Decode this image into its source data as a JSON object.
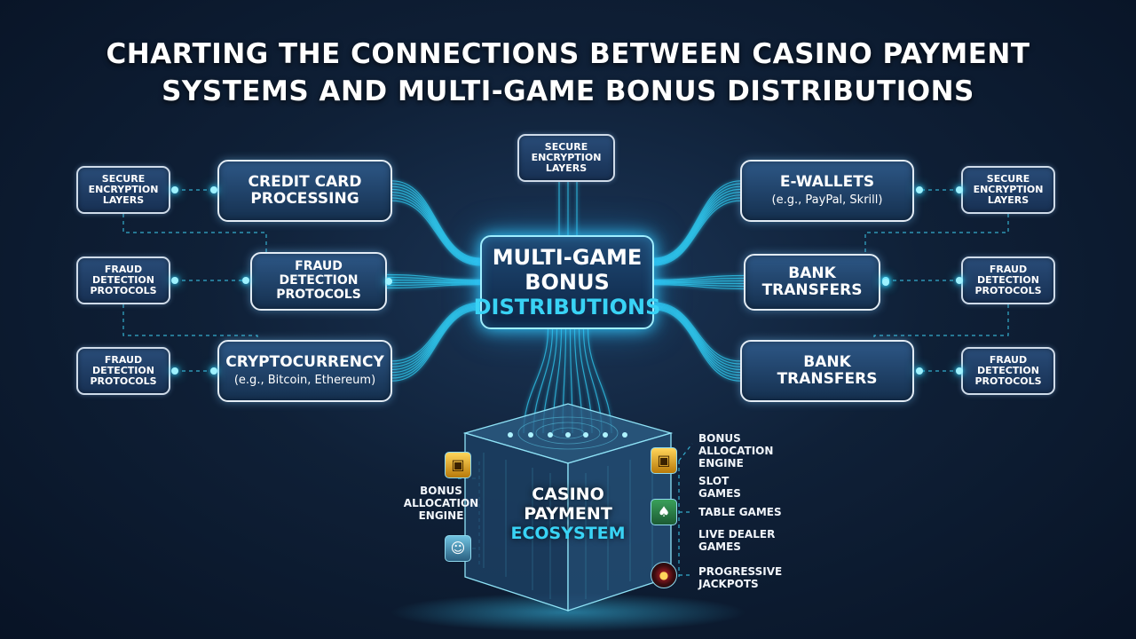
{
  "title": {
    "line1": "CHARTING THE CONNECTIONS BETWEEN CASINO PAYMENT",
    "line2": "SYSTEMS AND MULTI-GAME BONUS DISTRIBUTIONS"
  },
  "center_node": {
    "line1": "MULTI-GAME",
    "line2": "BONUS",
    "line3": "DISTRIBUTIONS"
  },
  "top_node": {
    "line1": "SECURE",
    "line2": "ENCRYPTION",
    "line3": "LAYERS"
  },
  "left_mid": {
    "credit": {
      "line1": "CREDIT CARD",
      "line2": "PROCESSING"
    },
    "fraud": {
      "line1": "FRAUD",
      "line2": "DETECTION",
      "line3": "PROTOCOLS"
    },
    "crypto": {
      "line1": "CRYPTOCURRENCY",
      "sub": "(e.g., Bitcoin, Ethereum)"
    }
  },
  "right_mid": {
    "ewallet": {
      "line1": "E-WALLETS",
      "sub": "(e.g., PayPal, Skrill)"
    },
    "bank1": {
      "line1": "BANK",
      "line2": "TRANSFERS"
    },
    "bank2": {
      "line1": "BANK",
      "line2": "TRANSFERS"
    }
  },
  "left_small": [
    {
      "line1": "SECURE",
      "line2": "ENCRYPTION",
      "line3": "LAYERS"
    },
    {
      "line1": "FRAUD",
      "line2": "DETECTION",
      "line3": "PROTOCOLS"
    },
    {
      "line1": "FRAUD",
      "line2": "DETECTION",
      "line3": "PROTOCOLS"
    }
  ],
  "right_small": [
    {
      "line1": "SECURE",
      "line2": "ENCRYPTION",
      "line3": "LAYERS"
    },
    {
      "line1": "FRAUD",
      "line2": "DETECTION",
      "line3": "PROTOCOLS"
    },
    {
      "line1": "FRAUD",
      "line2": "DETECTION",
      "line3": "PROTOCOLS"
    }
  ],
  "cube": {
    "line1": "CASINO",
    "line2": "PAYMENT",
    "line3": "ECOSYSTEM"
  },
  "left_labels": {
    "bonus_engine": {
      "line1": "BONUS",
      "line2": "ALLOCATION",
      "line3": "ENGINE"
    }
  },
  "right_labels": {
    "bonus_engine": {
      "line1": "BONUS",
      "line2": "ALLOCATION",
      "line3": "ENGINE"
    },
    "slot": {
      "line1": "SLOT",
      "line2": "GAMES"
    },
    "table": {
      "line1": "TABLE GAMES"
    },
    "live": {
      "line1": "LIVE DEALER",
      "line2": "GAMES"
    },
    "jackpots": {
      "line1": "PROGRESSIVE",
      "line2": "JACKPOTS"
    }
  },
  "icons": {
    "left_top": "slot-machine-icon",
    "left_bottom": "live-dealer-icon",
    "right_1": "slot-machine-icon",
    "right_2": "playing-cards-icon",
    "right_3": "roulette-wheel-icon"
  },
  "colors": {
    "background": "#0f2037",
    "accent": "#39d3f5",
    "wire": "#2fc8ef",
    "box_border": "#e3ecf5"
  }
}
